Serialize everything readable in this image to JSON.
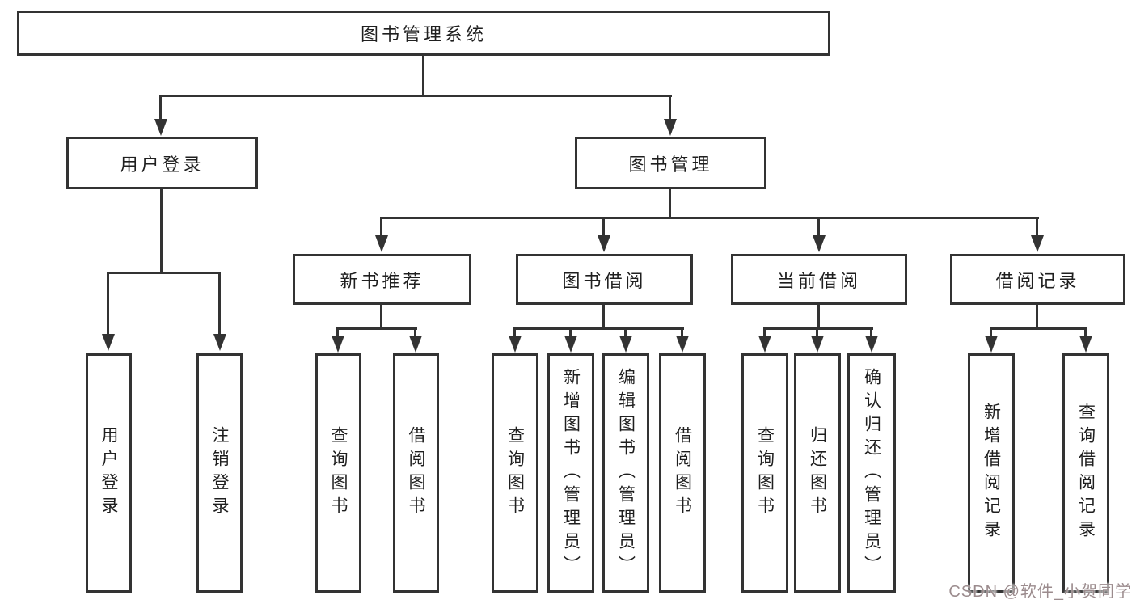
{
  "tree": {
    "root": {
      "label": "图书管理系统"
    },
    "login": {
      "label": "用户登录",
      "children": [
        {
          "label": "用户登录"
        },
        {
          "label": "注销登录"
        }
      ]
    },
    "mgmt": {
      "label": "图书管理",
      "children": [
        {
          "label": "新书推荐",
          "children": [
            {
              "label": "查询图书"
            },
            {
              "label": "借阅图书"
            }
          ]
        },
        {
          "label": "图书借阅",
          "children": [
            {
              "label": "查询图书"
            },
            {
              "label": "新增图书（管理员）"
            },
            {
              "label": "编辑图书（管理员）"
            },
            {
              "label": "借阅图书"
            }
          ]
        },
        {
          "label": "当前借阅",
          "children": [
            {
              "label": "查询图书"
            },
            {
              "label": "归还图书"
            },
            {
              "label": "确认归还（管理员）"
            }
          ]
        },
        {
          "label": "借阅记录",
          "children": [
            {
              "label": "新增借阅记录"
            },
            {
              "label": "查询借阅记录"
            }
          ]
        }
      ]
    }
  },
  "watermark": {
    "text": "CSDN @软件_小贺同学"
  },
  "colors": {
    "line": "#333333",
    "text": "#1f1f1f",
    "background": "#ffffff",
    "watermark": "#9b8b8d"
  }
}
